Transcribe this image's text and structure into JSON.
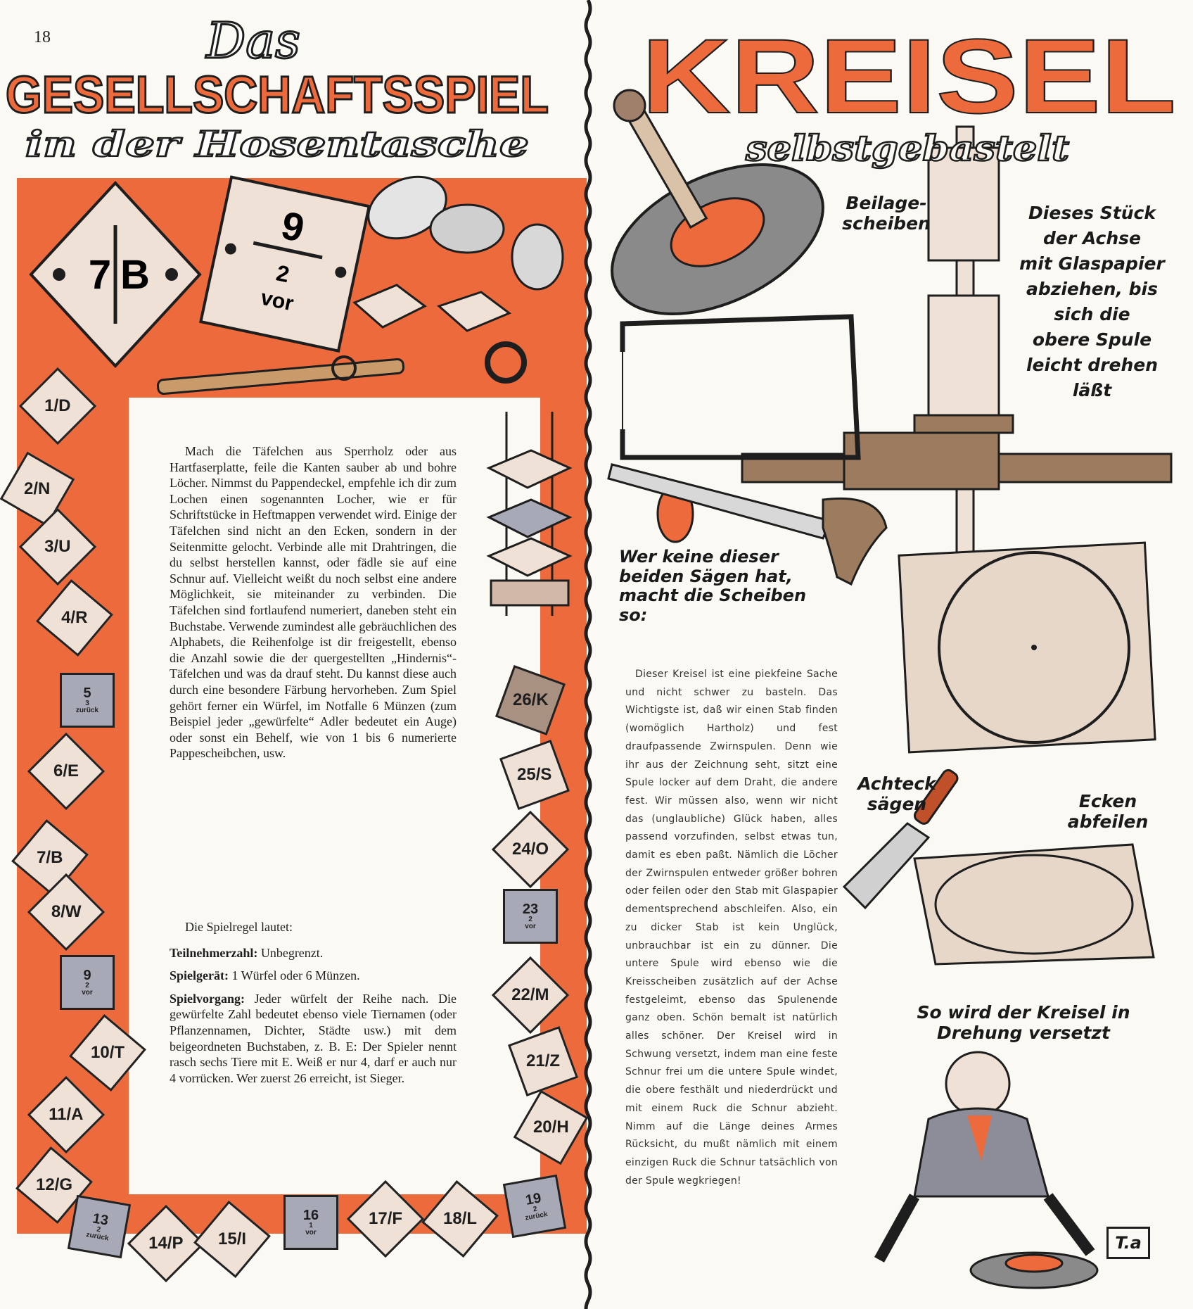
{
  "page_number": "18",
  "left_article": {
    "title_script_top": "Das",
    "title_main": "GESELLSCHAFTSSPIEL",
    "title_script_bottom": "in der Hosentasche",
    "body": "Mach die Täfelchen aus Sperrholz oder aus Hartfaserplatte, feile die Kanten sauber ab und bohre Löcher. Nimmst du Pappendeckel, empfehle ich dir zum Lochen einen sogenannten Locher, wie er für Schriftstücke in Heftmappen verwendet wird. Einige der Täfelchen sind nicht an den Ecken, sondern in der Seitenmitte gelocht. Verbinde alle mit Drahtringen, die du selbst herstellen kannst, oder fädle sie auf eine Schnur auf. Vielleicht weißt du noch selbst eine andere Möglichkeit, sie miteinander zu verbinden. Die Täfelchen sind fortlaufend numeriert, daneben steht ein Buchstabe. Verwende zumindest alle gebräuchlichen des Alphabets, die Reihenfolge ist dir freigestellt, ebenso die Anzahl sowie die der quergestellten „Hindernis“-Täfelchen und was da drauf steht. Du kannst diese auch durch eine besondere Färbung hervorheben. Zum Spiel gehört ferner ein Würfel, im Notfalle 6 Münzen (zum Beispiel jeder „gewürfelte“ Adler bedeutet ein Auge) oder sonst ein Behelf, wie von 1 bis 6 numerierte Pappescheibchen, usw.",
    "rules_intro": "Die Spielregel lautet:",
    "rules": [
      {
        "term": "Teilnehmerzahl:",
        "text": " Unbegrenzt."
      },
      {
        "term": "Spielgerät:",
        "text": " 1 Würfel oder 6 Münzen."
      },
      {
        "term": "Spielvorgang:",
        "text": " Jeder würfelt der Reihe nach. Die gewürfelte Zahl bedeutet ebenso viele Tiernamen (oder Pflanzennamen, Dichter, Städte usw.) mit dem beigeordneten Buchstaben, z. B. E: Der Spieler nennt rasch sechs Tiere mit E. Weiß er nur 4, darf er auch nur 4 vorrücken. Wer zuerst 26 erreicht, ist Sieger."
      }
    ],
    "big_tiles": [
      {
        "number": "7",
        "letter": "B"
      },
      {
        "number": "9",
        "sub": "2",
        "word": "vor"
      }
    ],
    "tiles": [
      {
        "label": "1/D"
      },
      {
        "label": "2/N"
      },
      {
        "label": "3/U"
      },
      {
        "label": "4/R"
      },
      {
        "number": "5",
        "sub": "3",
        "word": "zurück",
        "kind": "gray"
      },
      {
        "label": "6/E"
      },
      {
        "label": "7/B"
      },
      {
        "label": "8/W"
      },
      {
        "number": "9",
        "sub": "2",
        "word": "vor",
        "kind": "gray"
      },
      {
        "label": "10/T"
      },
      {
        "label": "11/A"
      },
      {
        "label": "12/G"
      },
      {
        "number": "13",
        "sub": "2",
        "word": "zurück",
        "kind": "gray"
      },
      {
        "label": "14/P"
      },
      {
        "label": "15/I"
      },
      {
        "number": "16",
        "sub": "1",
        "word": "vor",
        "kind": "gray"
      },
      {
        "label": "17/F"
      },
      {
        "label": "18/L"
      },
      {
        "number": "19",
        "sub": "2",
        "word": "zurück",
        "kind": "gray"
      },
      {
        "label": "20/H"
      },
      {
        "label": "21/Z"
      },
      {
        "label": "22/M"
      },
      {
        "number": "23",
        "sub": "2",
        "word": "vor",
        "kind": "gray"
      },
      {
        "label": "24/O"
      },
      {
        "label": "25/S"
      },
      {
        "label": "26/K",
        "kind": "brown"
      }
    ]
  },
  "right_article": {
    "title_main": "KREISEL",
    "title_script": "selbstgebastelt",
    "labels": {
      "washers": "Beilage-\nscheiben",
      "sand_axis": "Dieses Stück\nder Achse\nmit Glaspapier\nabziehen, bis\nsich die\nobere Spule\nleicht drehen\nläßt",
      "no_saw": "Wer keine dieser\nbeiden Sägen hat,\nmacht die Scheiben\nso:",
      "octagon": "Achteck\nsägen",
      "file_corners": "Ecken\nabfeilen",
      "spin": "So wird der Kreisel in\nDrehung versetzt"
    },
    "signature": "T.a",
    "body": "Dieser Kreisel ist eine piekfeine Sache und nicht schwer zu basteln. Das Wichtigste ist, daß wir einen Stab finden (womöglich Hartholz) und fest draufpassende Zwirnspulen. Denn wie ihr aus der Zeichnung seht, sitzt eine Spule locker auf dem Draht, die andere fest. Wir müssen also, wenn wir nicht das (unglaubliche) Glück haben, alles passend vorzufinden, selbst etwas tun, damit es eben paßt. Nämlich die Löcher der Zwirnspulen entweder größer bohren oder feilen oder den Stab mit Glaspapier dementsprechend abschleifen. Also, ein zu dicker Stab ist kein Unglück, unbrauchbar ist ein zu dünner. Die untere Spule wird ebenso wie die Kreisscheiben zusätzlich auf der Achse festgeleimt, ebenso das Spulenende ganz oben. Schön bemalt ist natürlich alles schöner. Der Kreisel wird in Schwung versetzt, indem man eine feste Schnur frei um die untere Spule windet, die obere festhält und niederdrückt und mit einem Ruck die Schnur abzieht. Nimm auf die Länge deines Armes Rücksicht, du mußt nämlich mit einem einzigen Ruck die Schnur tatsächlich von der Spule wegkriegen!"
  },
  "colors": {
    "accent_orange": "#ec6a3c",
    "paper": "#fbf9f3",
    "tile": "#efe1d6",
    "tile_gray": "#a8a9b6",
    "ink": "#1e1e1e"
  }
}
